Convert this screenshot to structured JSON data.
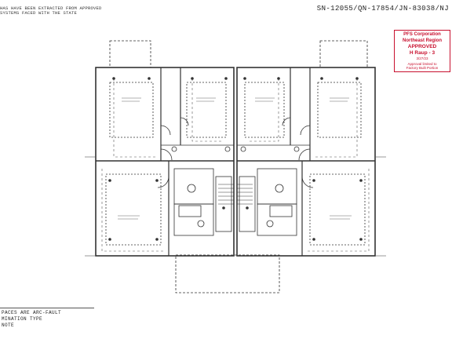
{
  "header": {
    "top_note_line1": "HAS HAVE BEEN EXTRACTED FROM APPROVED",
    "top_note_line2": "SYSTEMS FACED WITH THE STATE",
    "serial_number": "SN-12055/QN-17854/JN-83038/NJ"
  },
  "stamp": {
    "line1": "PFS Corporation",
    "line2": "Northeast Region",
    "line3": "APPROVED",
    "line4": "H Raup - 3",
    "line5": "3/27/23",
    "line6a": "Approval limited to",
    "line6b": "Factory Built Portion"
  },
  "notes": {
    "line1": "PACES ARE ARC-FAULT",
    "line2": "MINATION TYPE",
    "line3": "NOTE"
  },
  "colors": {
    "stamp_red": "#c8102e",
    "line_dark": "#333333"
  }
}
